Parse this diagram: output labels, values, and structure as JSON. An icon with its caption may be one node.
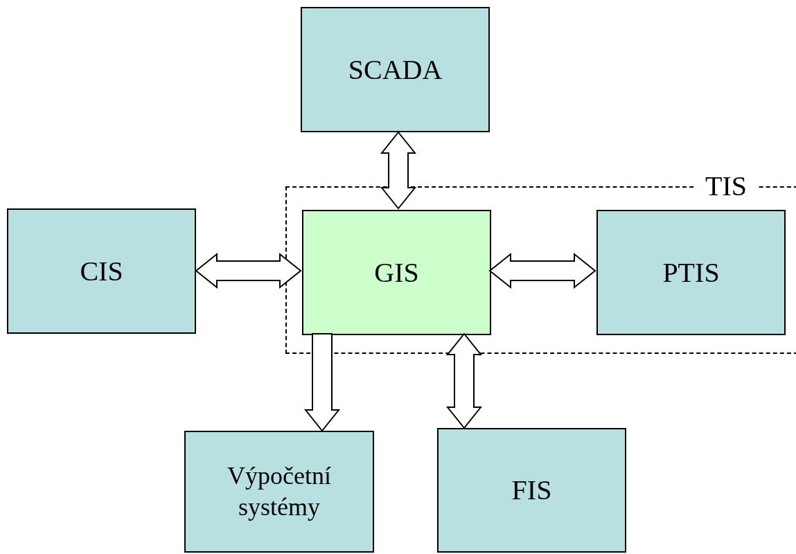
{
  "diagram": {
    "nodes": [
      {
        "text": [
          "SCADA"
        ]
      },
      {
        "text": [
          "TIS"
        ]
      },
      {
        "text": [
          "CIS"
        ]
      },
      {
        "text": [
          "GIS"
        ],
        "in": 1
      },
      {
        "text": [
          "PTIS"
        ],
        "in": 1
      },
      {
        "text": [
          "Výpočetní systémy"
        ]
      },
      {
        "text": [
          "FIS"
        ]
      }
    ],
    "edges": [
      {
        "from": 0,
        "to": 3,
        "arrow": "both"
      },
      {
        "from": 2,
        "to": 3,
        "arrow": "both"
      },
      {
        "from": 3,
        "to": 4,
        "arrow": "both"
      },
      {
        "from": 3,
        "to": 5,
        "arrow": "to"
      },
      {
        "from": 3,
        "to": 6,
        "arrow": "both"
      }
    ]
  }
}
